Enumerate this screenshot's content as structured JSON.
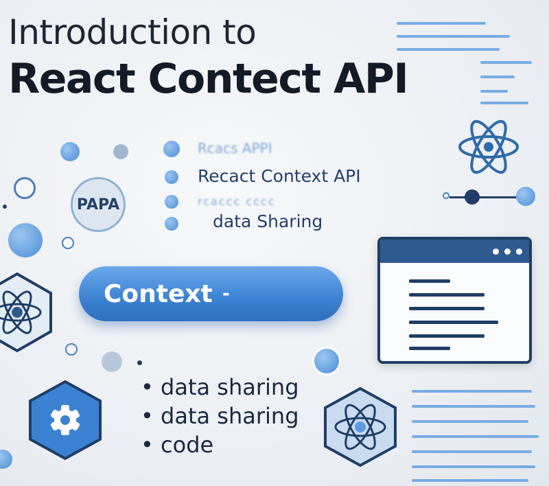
{
  "title": {
    "line1": "Introduction to",
    "line2": "React Contect API"
  },
  "badge_text": "PAPA",
  "list": [
    {
      "text": "Rcacs APPI",
      "blurred": true
    },
    {
      "text": "Recact Context API",
      "blurred": false
    },
    {
      "text": "rcaccc cccc",
      "blurred": true
    },
    {
      "text": "data  Sharing",
      "blurred": false
    }
  ],
  "button": {
    "label": "Context",
    "suffix": "-"
  },
  "bullets": [
    "data sharing",
    "data sharing",
    "code"
  ],
  "bullet_symbol": "•",
  "colors": {
    "accent": "#3c82d2",
    "dark": "#1f3d66",
    "background": "#eceff3"
  }
}
